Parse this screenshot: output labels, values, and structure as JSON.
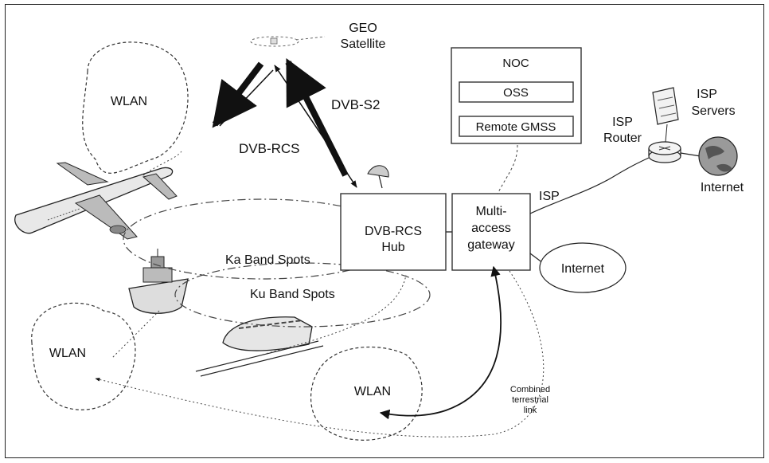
{
  "satellite": {
    "line1": "GEO",
    "line2": "Satellite"
  },
  "links": {
    "forward": "DVB-S2",
    "return": "DVB-RCS"
  },
  "noc": {
    "title": "NOC",
    "oss": "OSS",
    "remote": "Remote GMSS"
  },
  "hub": {
    "line1": "DVB-RCS",
    "line2": "Hub"
  },
  "gateway": {
    "line1": "Multi-",
    "line2": "access",
    "line3": "gateway"
  },
  "isp": {
    "label": "ISP",
    "router_line1": "ISP",
    "router_line2": "Router",
    "servers_line1": "ISP",
    "servers_line2": "Servers",
    "internet": "Internet"
  },
  "internet_bubble": "Internet",
  "spots": {
    "ka": "Ka Band Spots",
    "ku": "Ku Band Spots"
  },
  "wlan": {
    "top": "WLAN",
    "left": "WLAN",
    "bottom": "WLAN"
  },
  "terrestrial": {
    "line1": "Combined",
    "line2": "terrestrial",
    "line3": "link"
  }
}
